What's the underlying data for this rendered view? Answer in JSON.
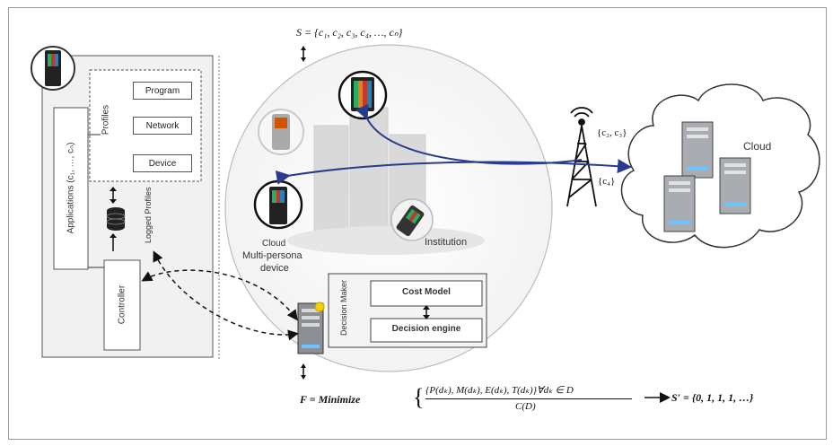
{
  "device_panel": {
    "profiles_label": "Profiles",
    "profile_items": [
      "Program",
      "Network",
      "Device"
    ],
    "applications_label": "Applications (c₁, …, cₙ)",
    "logged_profiles_label": "Logged Profiles",
    "controller_label": "Controller"
  },
  "top_equation": "S = {c₁, c₂, c₃, c₄, …, cₙ}",
  "center": {
    "cloud_label": "Cloud",
    "multipersona_label": "Multi-persona",
    "device_label": "device",
    "institution_label": "Institution"
  },
  "decision_maker": {
    "label": "Decision Maker",
    "cost_model": "Cost Model",
    "decision_engine": "Decision engine"
  },
  "tower": {
    "upper_label": "{c₂, c₃}",
    "lower_label": "{c₄}"
  },
  "cloud": {
    "label": "Cloud"
  },
  "bottom_equation": {
    "lhs": "F = Minimize",
    "numerator": "{P(dₖ), M(dₖ), E(dₖ), T(dₖ)}∀dₖ ∈ D",
    "denominator": "C(D)",
    "result": "S′ = {0, 1, 1, 1, …}"
  }
}
